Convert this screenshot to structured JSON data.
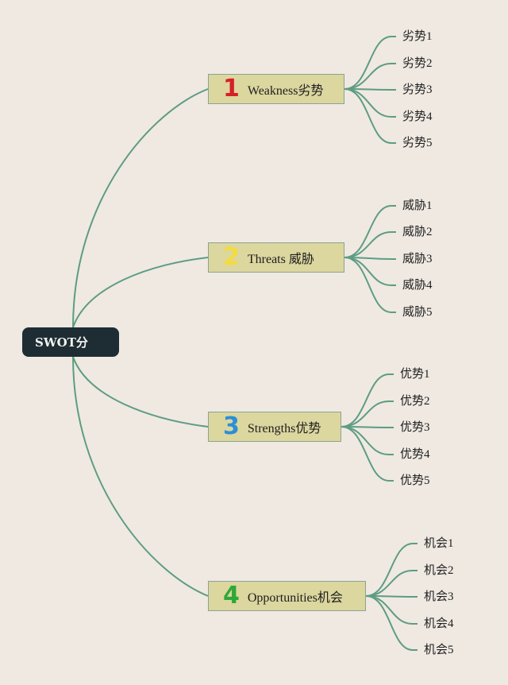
{
  "root": {
    "label": "SWOT分"
  },
  "branches": [
    {
      "badge": "1",
      "label": "Weakness劣势",
      "badge_color": "#d62027",
      "leaves": [
        "劣势1",
        "劣势2",
        "劣势3",
        "劣势4",
        "劣势5"
      ]
    },
    {
      "badge": "2",
      "label": "Threats  威胁",
      "badge_color": "#f4db3f",
      "leaves": [
        "威胁1",
        "威胁2",
        "威胁3",
        "威胁4",
        "威胁5"
      ]
    },
    {
      "badge": "3",
      "label": "Strengths优势",
      "badge_color": "#2a8fd6",
      "leaves": [
        "优势1",
        "优势2",
        "优势3",
        "优势4",
        "优势5"
      ]
    },
    {
      "badge": "4",
      "label": "Opportunities机会",
      "badge_color": "#2ea837",
      "leaves": [
        "机会1",
        "机会2",
        "机会3",
        "机会4",
        "机会5"
      ]
    }
  ],
  "colors": {
    "connector": "#5e9c83",
    "background": "#efe9e2",
    "root_fill": "#1d2d33",
    "branch_fill": "#dcd69f"
  }
}
